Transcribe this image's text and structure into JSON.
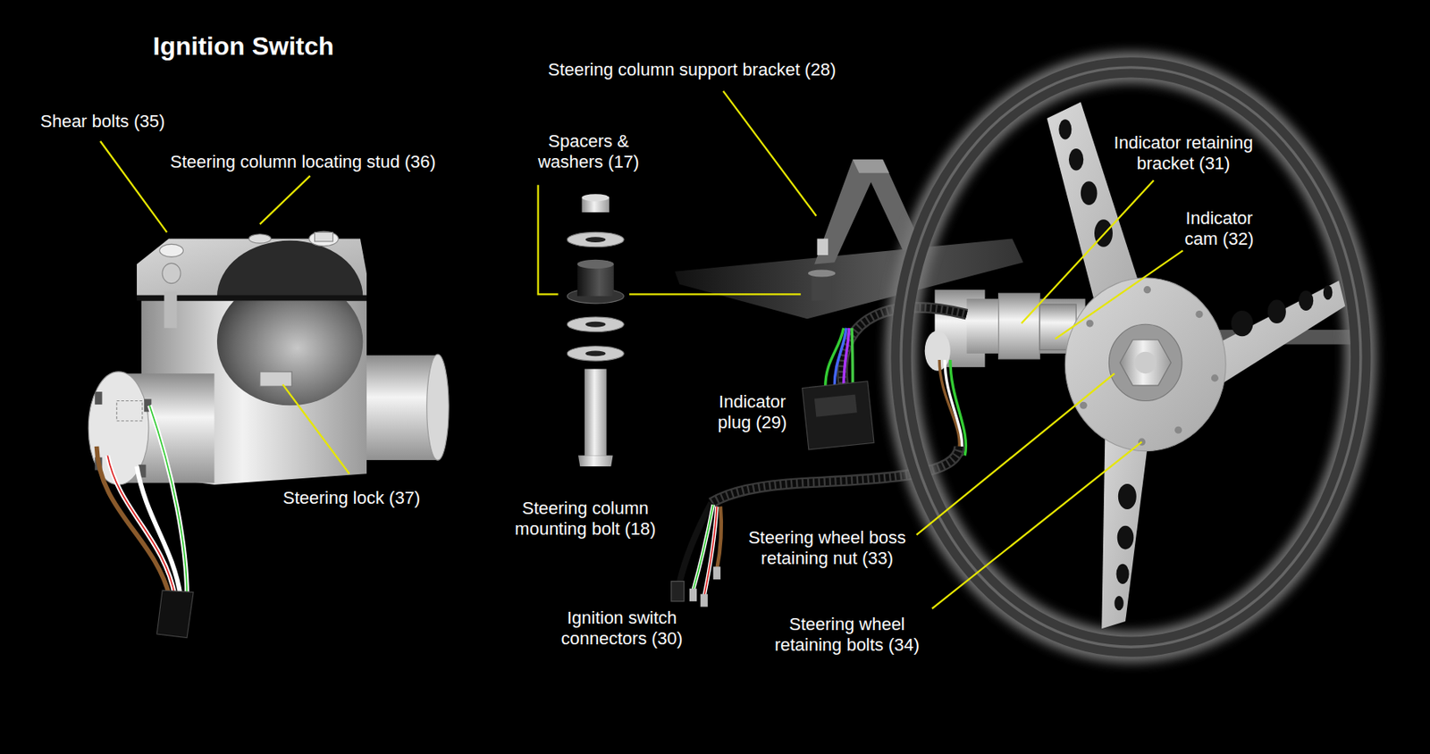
{
  "diagram": {
    "title": "Ignition Switch",
    "labels": [
      "Shear bolts (35)",
      "Steering column locating stud (36)",
      "Steering lock (37)",
      "Steering column support bracket (28)",
      "Spacers & washers (17)",
      "Indicator retaining bracket (31)",
      "Indicator cam (32)",
      "Indicator plug (29)",
      "Steering column mounting bolt (18)",
      "Steering wheel boss retaining nut (33)",
      "Ignition switch connectors (30)",
      "Steering wheel retaining bolts (34)"
    ]
  }
}
